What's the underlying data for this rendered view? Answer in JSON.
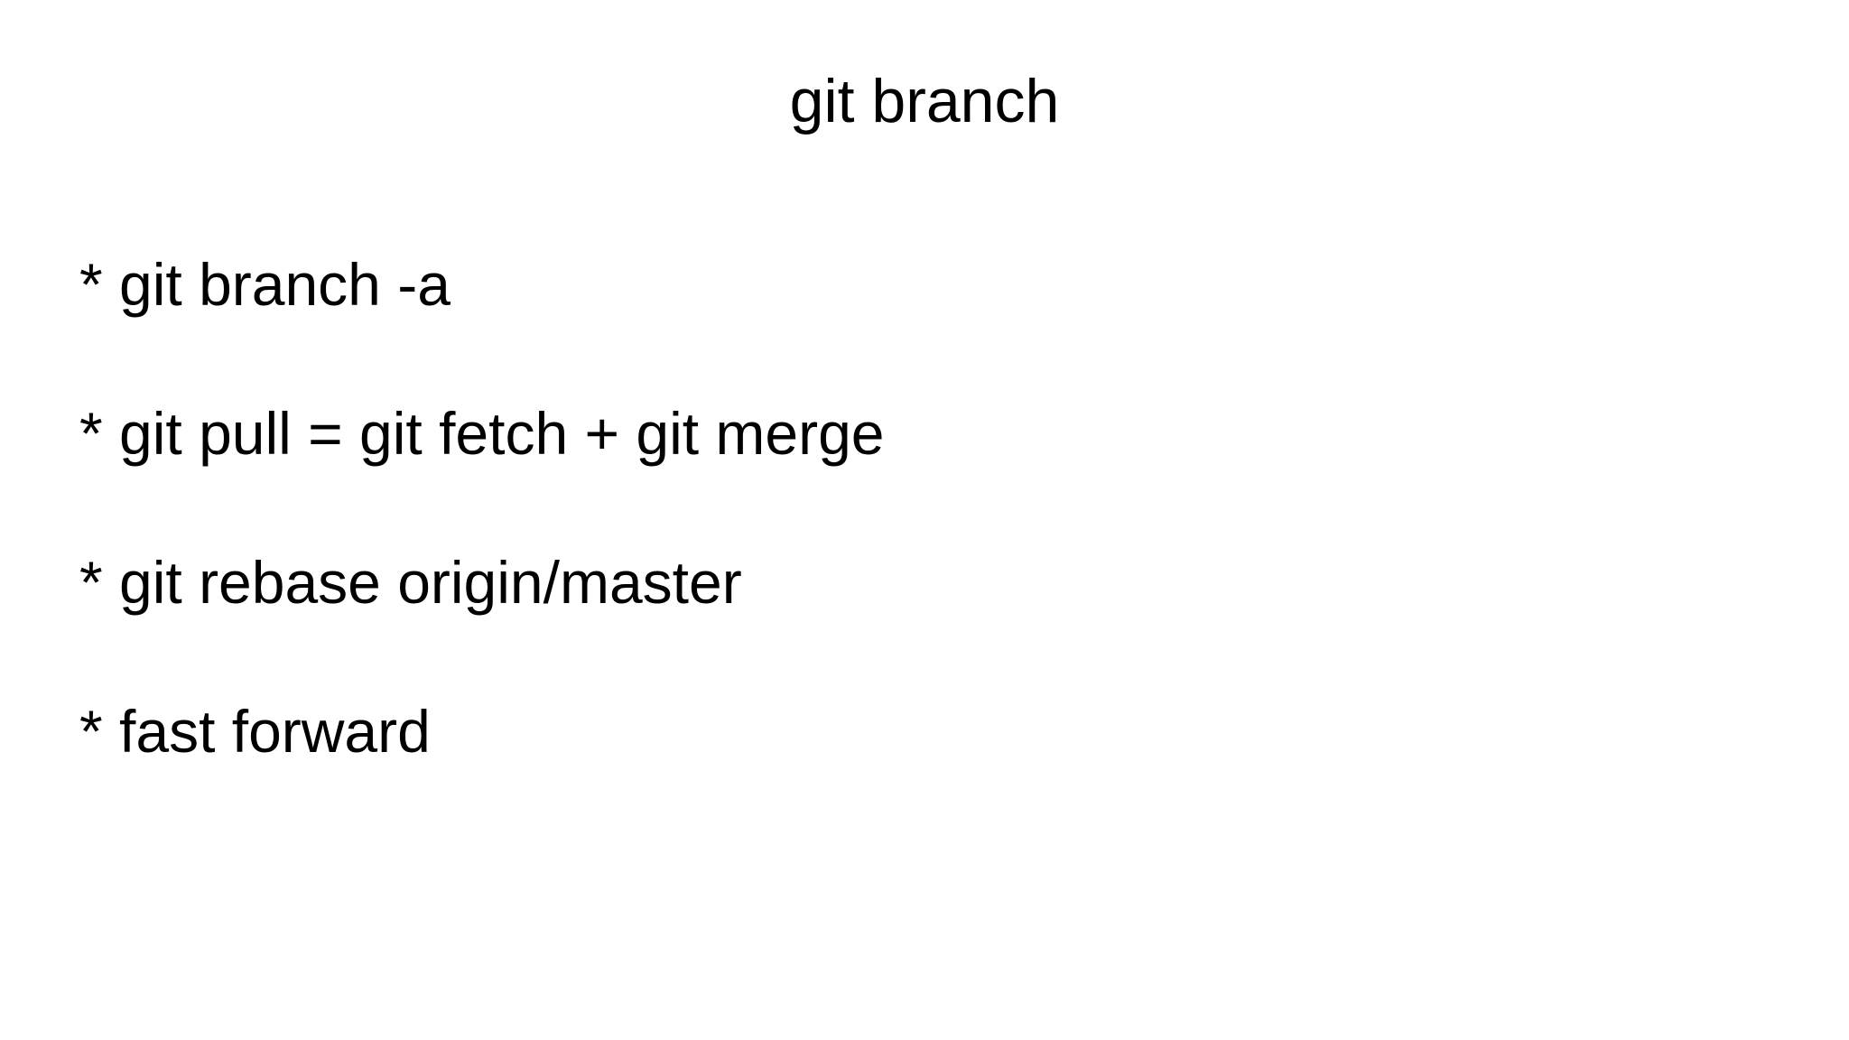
{
  "slide": {
    "title": "git branch",
    "background_color": "#ffffff",
    "text_color": "#000000",
    "bullet_marker": "*",
    "bullets": [
      {
        "marker": "*",
        "text": "git branch -a"
      },
      {
        "marker": "*",
        "text": "git pull = git fetch + git merge"
      },
      {
        "marker": "*",
        "text": "git rebase origin/master"
      },
      {
        "marker": "*",
        "text": "fast forward"
      }
    ]
  }
}
